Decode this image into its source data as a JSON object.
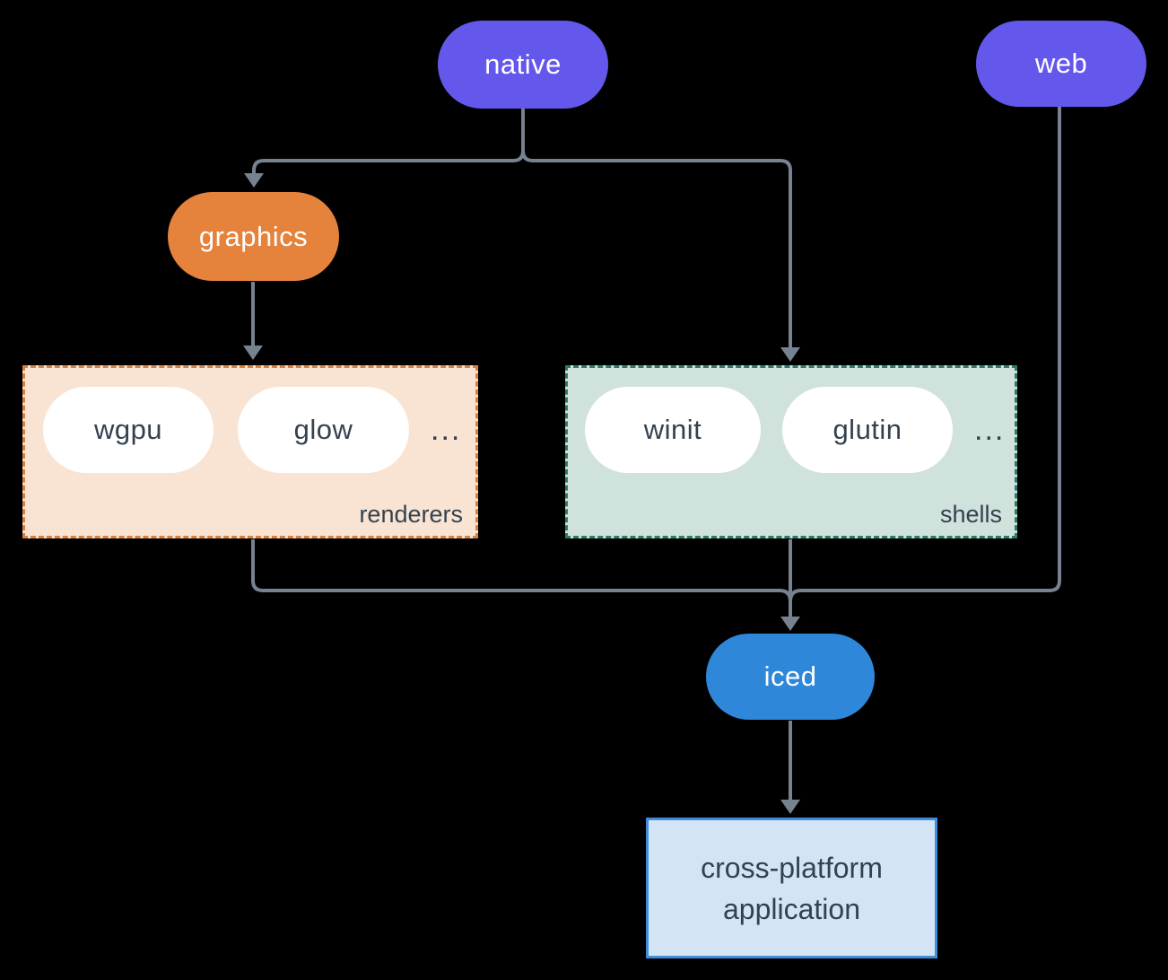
{
  "colors": {
    "bg": "#000000",
    "purple": "#6457EB",
    "orange": "#E5823B",
    "blue": "#2E87D9",
    "line": "#76828F",
    "pill_text": "#FFFFFF",
    "dark_text": "#334250",
    "renderers_bg": "#F9E4D3",
    "renderers_border": "#D9823F",
    "shells_bg": "#D0E2DC",
    "shells_border": "#2F7A6C",
    "app_bg": "#D3E4F5",
    "app_border": "#3F8CDB"
  },
  "nodes": {
    "native": "native",
    "web": "web",
    "graphics": "graphics",
    "iced": "iced",
    "app": {
      "line1": "cross-platform",
      "line2": "application"
    }
  },
  "groups": {
    "renderers": {
      "label": "renderers",
      "items": [
        "wgpu",
        "glow"
      ],
      "ellipsis": "..."
    },
    "shells": {
      "label": "shells",
      "items": [
        "winit",
        "glutin"
      ],
      "ellipsis": "..."
    }
  }
}
